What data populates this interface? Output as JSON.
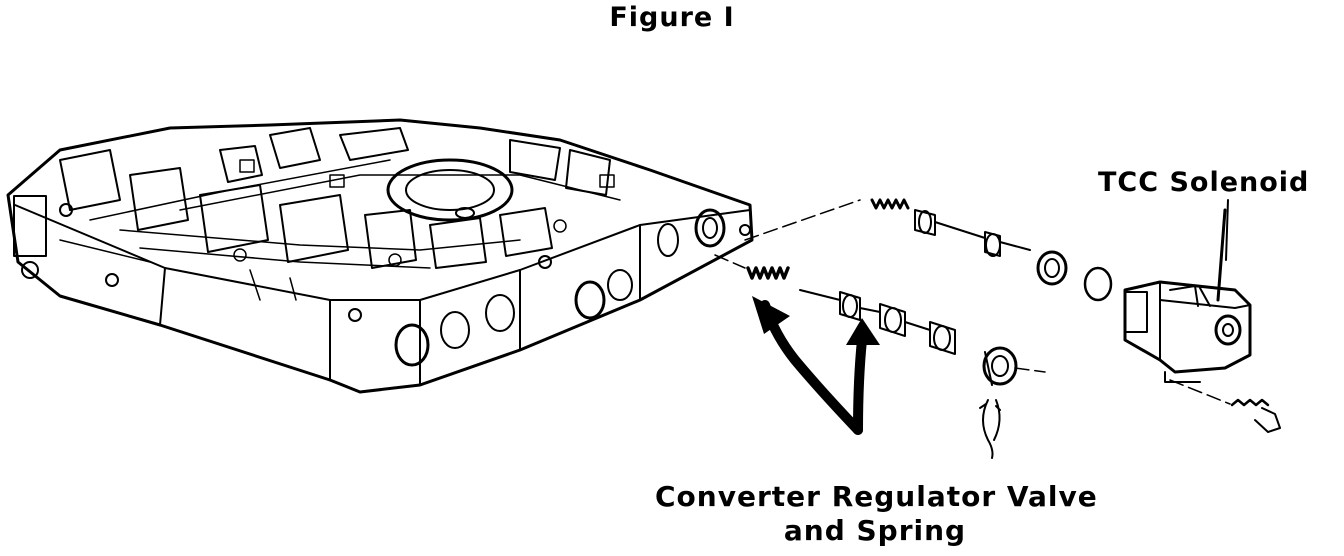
{
  "figure": {
    "title": "Figure I"
  },
  "labels": {
    "tcc_solenoid": "TCC Solenoid",
    "converter_line1": "Converter Regulator Valve",
    "converter_line2": "and Spring"
  },
  "colors": {
    "ink": "#000000",
    "paper": "#ffffff"
  }
}
